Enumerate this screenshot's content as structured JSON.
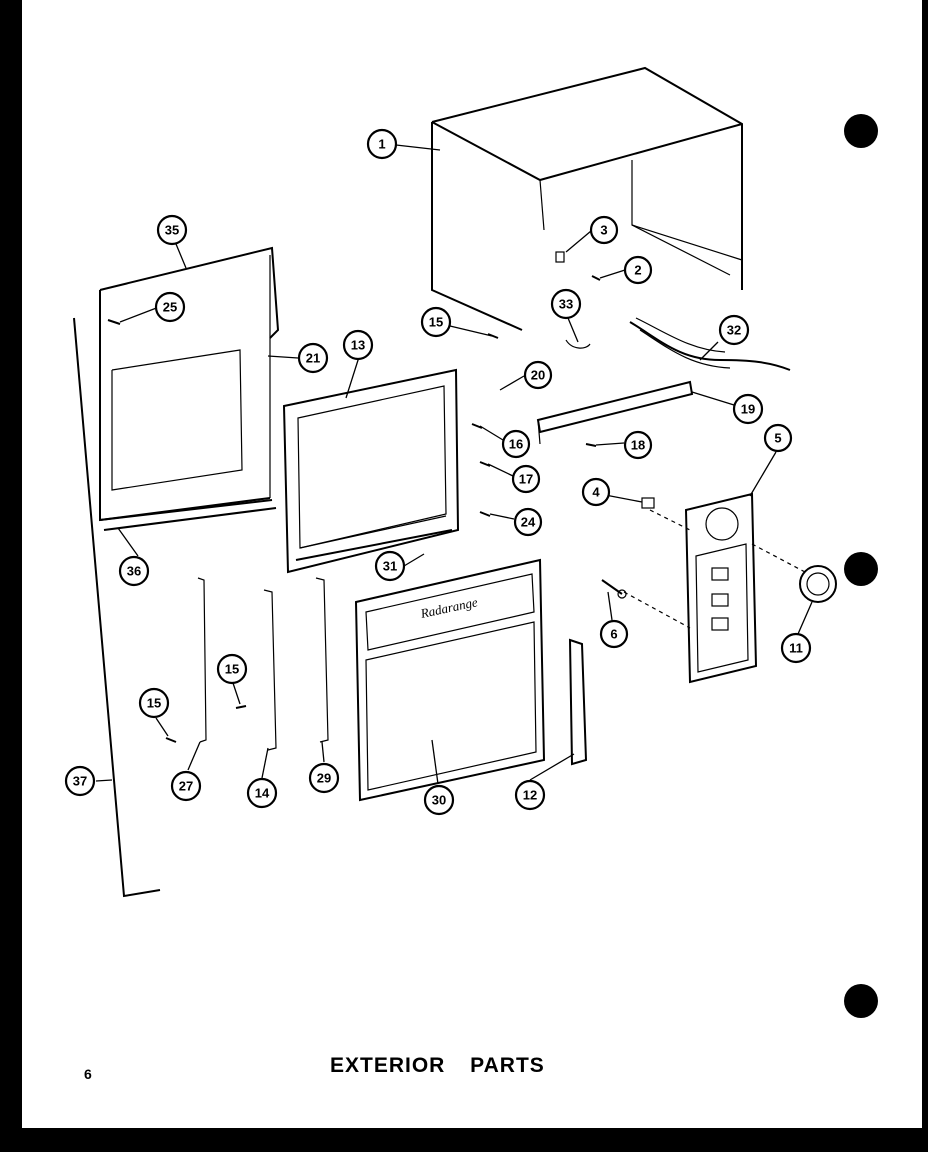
{
  "page": {
    "title": "EXTERIOR PARTS",
    "number": "6"
  },
  "callouts": [
    {
      "key": "c1",
      "label": "1"
    },
    {
      "key": "c2",
      "label": "2"
    },
    {
      "key": "c3",
      "label": "3"
    },
    {
      "key": "c4",
      "label": "4"
    },
    {
      "key": "c5",
      "label": "5"
    },
    {
      "key": "c6",
      "label": "6"
    },
    {
      "key": "c11",
      "label": "11"
    },
    {
      "key": "c12",
      "label": "12"
    },
    {
      "key": "c13",
      "label": "13"
    },
    {
      "key": "c14",
      "label": "14"
    },
    {
      "key": "c15a",
      "label": "15"
    },
    {
      "key": "c15b",
      "label": "15"
    },
    {
      "key": "c15c",
      "label": "15"
    },
    {
      "key": "c16",
      "label": "16"
    },
    {
      "key": "c17",
      "label": "17"
    },
    {
      "key": "c18",
      "label": "18"
    },
    {
      "key": "c19",
      "label": "19"
    },
    {
      "key": "c20",
      "label": "20"
    },
    {
      "key": "c21",
      "label": "21"
    },
    {
      "key": "c24",
      "label": "24"
    },
    {
      "key": "c25",
      "label": "25"
    },
    {
      "key": "c27",
      "label": "27"
    },
    {
      "key": "c29",
      "label": "29"
    },
    {
      "key": "c30",
      "label": "30"
    },
    {
      "key": "c31",
      "label": "31"
    },
    {
      "key": "c32",
      "label": "32"
    },
    {
      "key": "c33",
      "label": "33"
    },
    {
      "key": "c35",
      "label": "35"
    },
    {
      "key": "c36",
      "label": "36"
    },
    {
      "key": "c37",
      "label": "37"
    }
  ]
}
